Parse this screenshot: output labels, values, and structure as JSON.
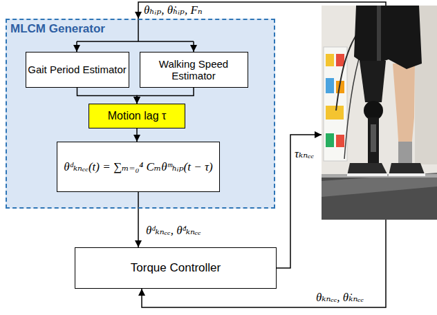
{
  "diagram": {
    "nodes": [
      {
        "text": [
          "MLCM Generator"
        ]
      },
      {
        "text": [
          "Gait Period Estimator"
        ],
        "in": 0
      },
      {
        "text": [
          "Walking Speed Estimator"
        ],
        "in": 0
      },
      {
        "text": [
          "Motion lag τ"
        ],
        "in": 0
      },
      {
        "text": [
          "θᵈₖₙₑₑ(t) = ∑ₘ₌₀⁴ Cₘθᵐₕᵢₚ(t − τ)"
        ],
        "in": 0
      },
      {
        "text": [
          "Torque Controller"
        ]
      }
    ],
    "edges": [
      {
        "from": 1,
        "to": 3,
        "arrow": "to"
      },
      {
        "from": 2,
        "to": 3,
        "arrow": "to"
      },
      {
        "from": 3,
        "to": 4,
        "arrow": "to"
      },
      {
        "from": 4,
        "to": 5,
        "arrow": "to",
        "label": "θᵈₖₙₑₑ, θ̇ᵈₖₙₑₑ"
      }
    ],
    "labels": [
      "θₕᵢₚ, θ̇ₕᵢₚ, Fₙ",
      "τₖₙₑₑ",
      "θₖₙₑₑ, θ̇ₖₙₑₑ"
    ]
  }
}
